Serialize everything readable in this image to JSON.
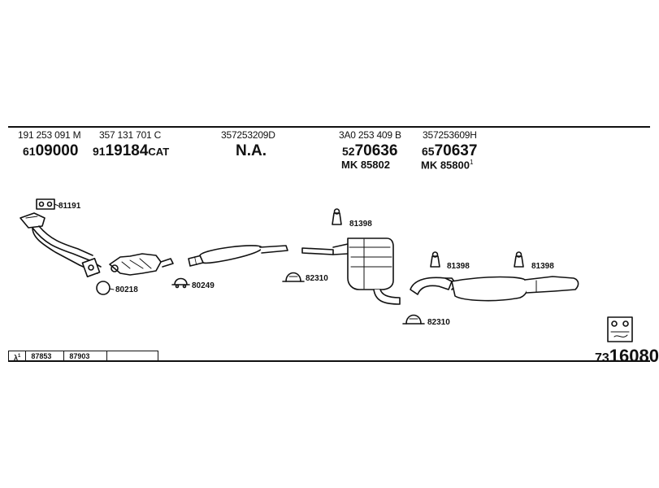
{
  "header": {
    "columns": [
      {
        "oe_number": "191 253 091 M",
        "pn_prefix": "61",
        "pn_main": "09000",
        "pn_suffix": "",
        "mk": ""
      },
      {
        "oe_number": "357 131 701 C",
        "pn_prefix": "91",
        "pn_main": "19184",
        "pn_suffix": "CAT",
        "mk": ""
      },
      {
        "oe_number": "357253209D",
        "pn_prefix": "",
        "pn_main": "N.A.",
        "pn_suffix": "",
        "mk": ""
      },
      {
        "oe_number": "3A0 253 409 B",
        "pn_prefix": "52",
        "pn_main": "70636",
        "pn_suffix": "",
        "mk": "MK 85802"
      },
      {
        "oe_number": "357253609H",
        "pn_prefix": "65",
        "pn_main": "70637",
        "pn_suffix": "",
        "mk": "MK 85800",
        "mk_sup": "1"
      }
    ]
  },
  "callouts": {
    "gasket_top": "81191",
    "ring_gasket": "80218",
    "clamp_small": "80249",
    "mount_top": "81398",
    "clamp_mid": "82310",
    "mount_mid": "81398",
    "mount_right": "81398",
    "clamp_bottom": "82310"
  },
  "lambda_row": {
    "symbol": "λ",
    "sup": "1",
    "part_1": "87853",
    "part_2": "87903"
  },
  "catalog": {
    "prefix": "73",
    "main": "16080"
  }
}
